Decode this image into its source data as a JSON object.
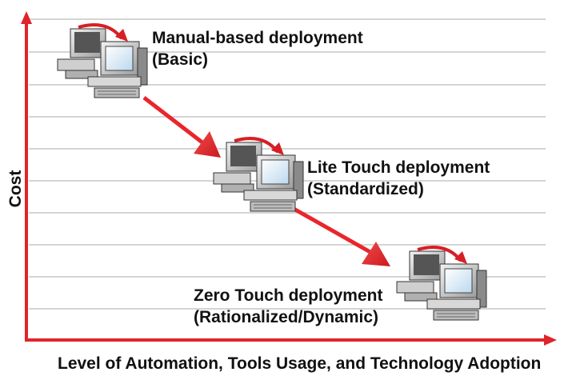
{
  "axes": {
    "y_label": "Cost",
    "x_label": "Level of Automation, Tools Usage, and Technology Adoption"
  },
  "stages": [
    {
      "line1": "Manual-based deployment",
      "line2": "(Basic)"
    },
    {
      "line1": "Lite Touch deployment",
      "line2": "(Standardized)"
    },
    {
      "line1": "Zero Touch deployment",
      "line2": "(Rationalized/Dynamic)"
    }
  ],
  "colors": {
    "axis": "#e0242a",
    "arrow": "#e8262c",
    "grid": "#d4d4d4"
  },
  "icons": [
    "computer-pair-icon",
    "computer-pair-icon",
    "computer-pair-icon"
  ]
}
